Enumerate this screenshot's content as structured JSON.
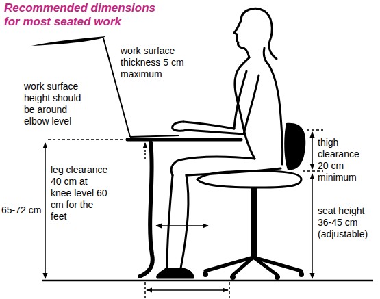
{
  "diagram": {
    "title": "Recommended dimensions for most seated work",
    "labels": [
      "work surface height should be around elbow level",
      "work surface thickness 5 cm maximum",
      "65-72 cm",
      "leg clearance 40 cm at knee level 60 cm for the feet",
      "thigh clearance 20 cm minimum",
      "seat height 36-45 cm (adjustable)"
    ]
  }
}
